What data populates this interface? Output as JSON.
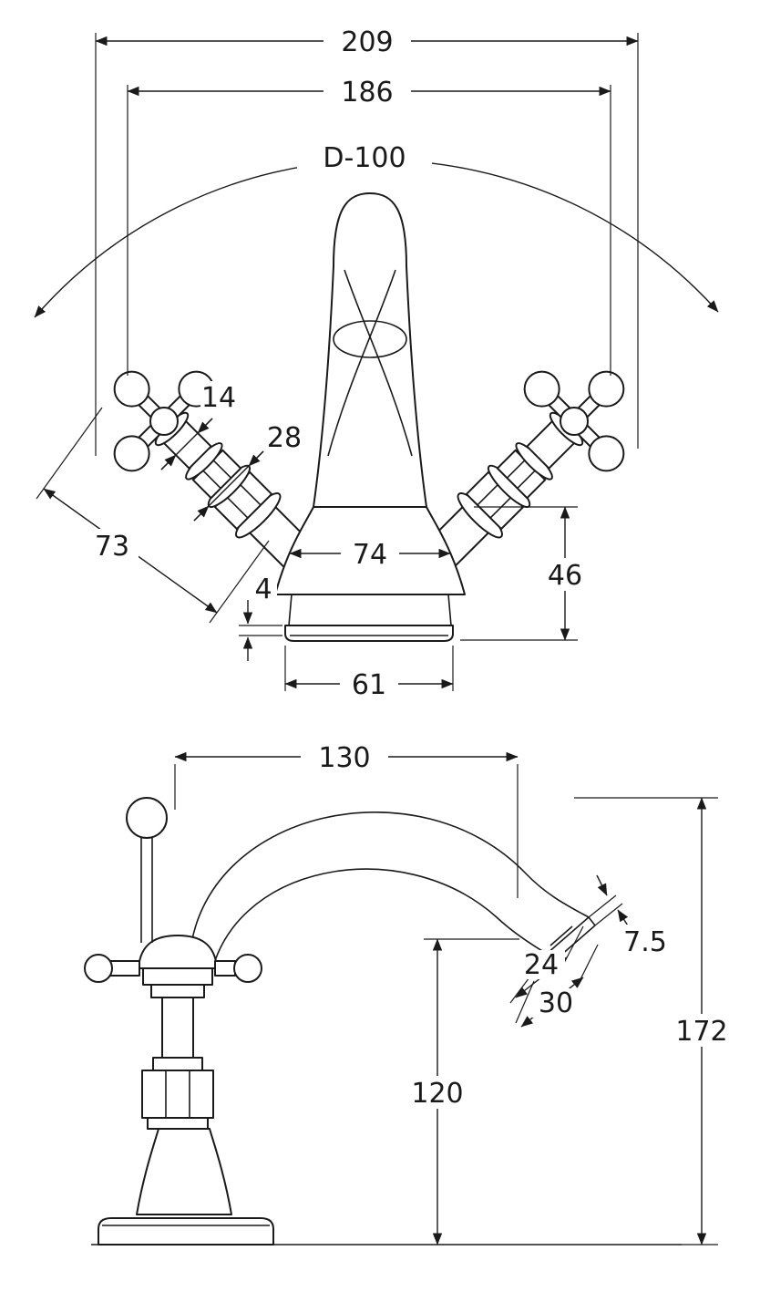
{
  "front_view": {
    "dim_overall_width": "209",
    "dim_handle_span": "186",
    "dim_swing_diameter": "D-100",
    "dim_stem_width": "14",
    "dim_flange_width": "28",
    "dim_handle_length": "73",
    "dim_body_width": "74",
    "dim_body_height": "46",
    "dim_plate_thickness": "4",
    "dim_base_width": "61"
  },
  "side_view": {
    "dim_spout_reach": "130",
    "dim_aerator_depth": "7.5",
    "dim_mouth_inner": "24",
    "dim_mouth_outer": "30",
    "dim_total_height": "172",
    "dim_outlet_height": "120"
  }
}
